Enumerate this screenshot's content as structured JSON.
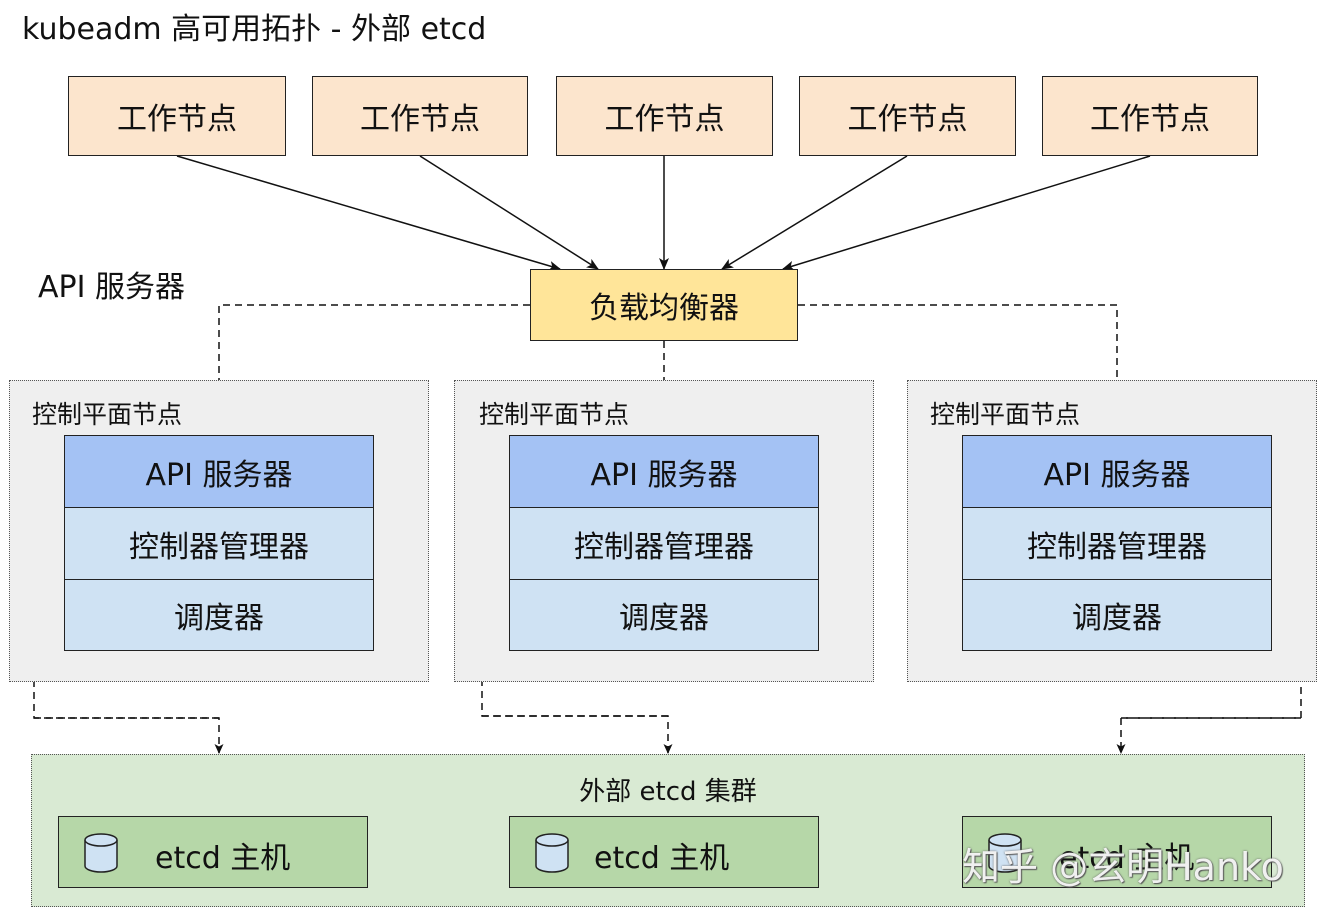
{
  "title": "kubeadm 高可用拓扑 - 外部 etcd",
  "api_server_section_label": "API 服务器",
  "worker_nodes": [
    {
      "label": "工作节点"
    },
    {
      "label": "工作节点"
    },
    {
      "label": "工作节点"
    },
    {
      "label": "工作节点"
    },
    {
      "label": "工作节点"
    }
  ],
  "load_balancer": {
    "label": "负载均衡器"
  },
  "control_plane_nodes": [
    {
      "group_label": "控制平面节点",
      "api_server": "API 服务器",
      "controller_manager": "控制器管理器",
      "scheduler": "调度器"
    },
    {
      "group_label": "控制平面节点",
      "api_server": "API 服务器",
      "controller_manager": "控制器管理器",
      "scheduler": "调度器"
    },
    {
      "group_label": "控制平面节点",
      "api_server": "API 服务器",
      "controller_manager": "控制器管理器",
      "scheduler": "调度器"
    }
  ],
  "etcd_cluster": {
    "label": "外部 etcd 集群",
    "hosts": [
      {
        "label": "etcd 主机"
      },
      {
        "label": "etcd 主机"
      },
      {
        "label": "etcd 主机"
      }
    ]
  },
  "watermark": "知乎 @玄明Hanko",
  "colors": {
    "worker_fill": "#fce5cd",
    "load_balancer_fill": "#ffe599",
    "api_server_fill": "#a4c2f4",
    "component_fill": "#cfe2f3",
    "control_plane_bg": "#efefef",
    "etcd_cluster_fill": "#d9ead3",
    "etcd_host_fill": "#b6d7a8"
  },
  "icons": {
    "etcd_host": "database-cylinder-icon"
  }
}
